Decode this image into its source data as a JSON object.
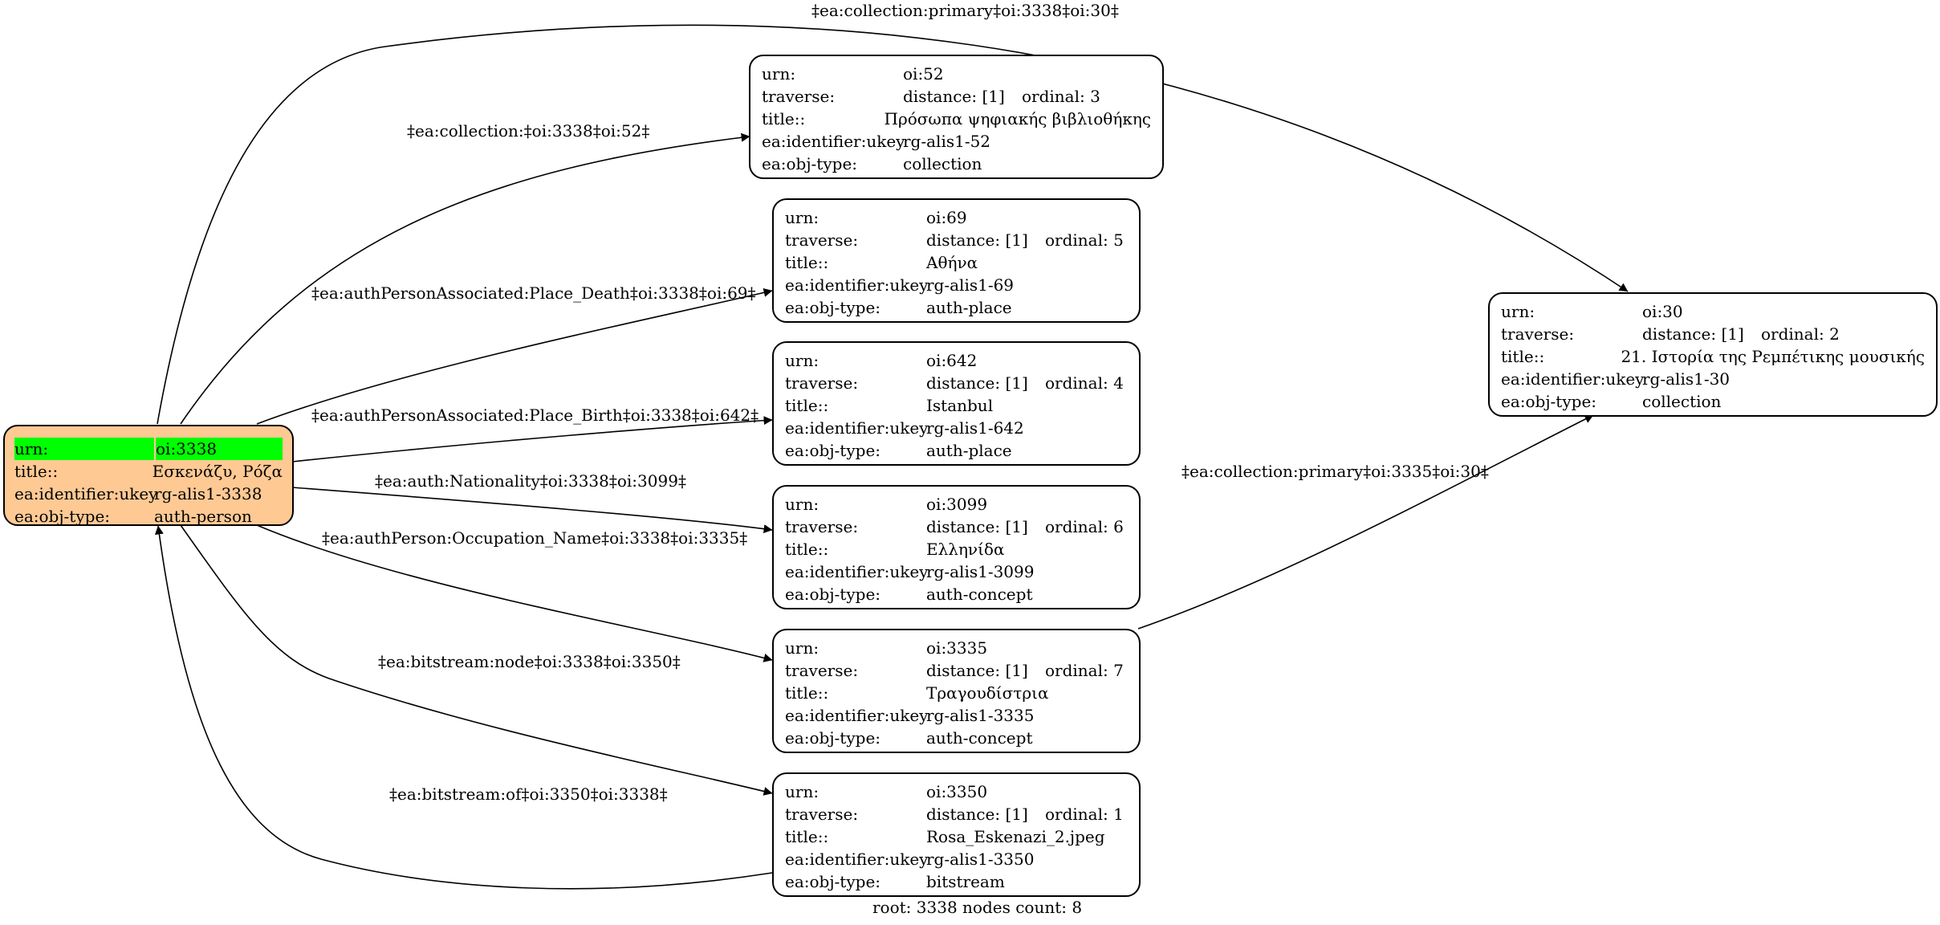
{
  "root_node": {
    "urn_key": "urn:",
    "urn": "oi:3338",
    "title_key": "title::",
    "title": "Εσκενάζυ, Ρόζα",
    "ukey_key": "ea:identifier:ukey",
    "ukey": "rg-alis1-3338",
    "type_key": "ea:obj-type:",
    "type": "auth-person",
    "fill_color": "#ffc994",
    "highlight_color": "#00ff00"
  },
  "nodes": [
    {
      "id": "oi52",
      "urn": "oi:52",
      "distance": "distance: [1]",
      "ordinal": "ordinal: 3",
      "title": "Πρόσωπα ψηφιακής βιβλιοθήκης",
      "ukey": "rg-alis1-52",
      "type": "collection"
    },
    {
      "id": "oi69",
      "urn": "oi:69",
      "distance": "distance: [1]",
      "ordinal": "ordinal: 5",
      "title": "Αθήνα",
      "ukey": "rg-alis1-69",
      "type": "auth-place"
    },
    {
      "id": "oi642",
      "urn": "oi:642",
      "distance": "distance: [1]",
      "ordinal": "ordinal: 4",
      "title": "Istanbul",
      "ukey": "rg-alis1-642",
      "type": "auth-place"
    },
    {
      "id": "oi3099",
      "urn": "oi:3099",
      "distance": "distance: [1]",
      "ordinal": "ordinal: 6",
      "title": "Ελληνίδα",
      "ukey": "rg-alis1-3099",
      "type": "auth-concept"
    },
    {
      "id": "oi3335",
      "urn": "oi:3335",
      "distance": "distance: [1]",
      "ordinal": "ordinal: 7",
      "title": "Τραγουδίστρια",
      "ukey": "rg-alis1-3335",
      "type": "auth-concept"
    },
    {
      "id": "oi3350",
      "urn": "oi:3350",
      "distance": "distance: [1]",
      "ordinal": "ordinal: 1",
      "title": "Rosa_Eskenazi_2.jpeg",
      "ukey": "rg-alis1-3350",
      "type": "bitstream"
    },
    {
      "id": "oi30",
      "urn": "oi:30",
      "distance": "distance: [1]",
      "ordinal": "ordinal: 2",
      "title": "21. Ιστορία της Ρεμπέτικης μουσικής",
      "ukey": "rg-alis1-30",
      "type": "collection"
    }
  ],
  "row_keys": {
    "urn": "urn:",
    "traverse": "traverse:",
    "title": "title::",
    "ukey": "ea:identifier:ukey",
    "type": "ea:obj-type:"
  },
  "edges": [
    {
      "id": "e1",
      "label": "‡ea:collection:primary‡oi:3338‡oi:30‡"
    },
    {
      "id": "e2",
      "label": "‡ea:collection:‡oi:3338‡oi:52‡"
    },
    {
      "id": "e3",
      "label": "‡ea:authPersonAssociated:Place_Death‡oi:3338‡oi:69‡"
    },
    {
      "id": "e4",
      "label": "‡ea:authPersonAssociated:Place_Birth‡oi:3338‡oi:642‡"
    },
    {
      "id": "e5",
      "label": "‡ea:auth:Nationality‡oi:3338‡oi:3099‡"
    },
    {
      "id": "e6",
      "label": "‡ea:authPerson:Occupation_Name‡oi:3338‡oi:3335‡"
    },
    {
      "id": "e7",
      "label": "‡ea:bitstream:node‡oi:3338‡oi:3350‡"
    },
    {
      "id": "e8",
      "label": "‡ea:bitstream:of‡oi:3350‡oi:3338‡"
    },
    {
      "id": "e9",
      "label": "‡ea:collection:primary‡oi:3335‡oi:30‡"
    }
  ],
  "footer": "root: 3338 nodes count: 8"
}
